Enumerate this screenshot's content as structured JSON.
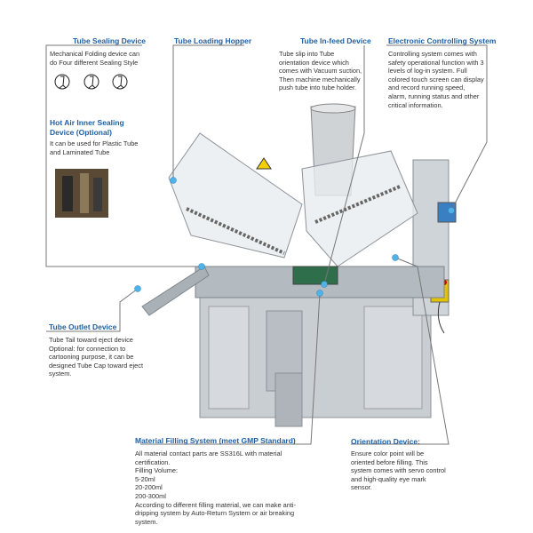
{
  "callouts": {
    "tube_sealing": {
      "title": "Tube Sealing Device",
      "text": "Mechanical Folding device can do Four different Sealing Style"
    },
    "hot_air": {
      "title_line1": "Hot Air Inner Sealing",
      "title_line2": "Device (Optional)",
      "text": "It can be used for Plastic Tube and Laminated Tube"
    },
    "loading_hopper": {
      "title": "Tube Loading Hopper"
    },
    "infeed": {
      "title": "Tube In-feed Device",
      "text": "Tube slip into Tube orientation device which comes with Vacuum suction, Then machine mechanically push tube into tube holder."
    },
    "electronic": {
      "title": "Electronic Controlling System",
      "text": "Controlling system comes with safety operational function with 3 levels of log-in system. Full colored touch screen can display and record running speed, alarm, running status and other critical information."
    },
    "outlet": {
      "title": "Tube Outlet Device",
      "line1": "Tube Tail toward eject device",
      "line2": "Optional: for connection to cartooning purpose, it can be designed Tube Cap toward eject system."
    },
    "filling": {
      "title": "Material Filling System (meet GMP Standard)",
      "lines": [
        "All material contact parts are SS316L with material certification.",
        "Filling Volume:",
        "5-20ml",
        "20-200ml",
        "200-300ml",
        "According to different filling material, we can make anti-dripping system by Auto-Return System or air breaking system."
      ]
    },
    "orientation": {
      "title": "Orientation Device:",
      "text": "Ensure color point will be oriented before filling. This system comes with servo control and high-quality eye mark sensor."
    }
  },
  "colors": {
    "heading": "#1f5fa3",
    "dot": "#4fb3e8",
    "line": "#777777"
  }
}
